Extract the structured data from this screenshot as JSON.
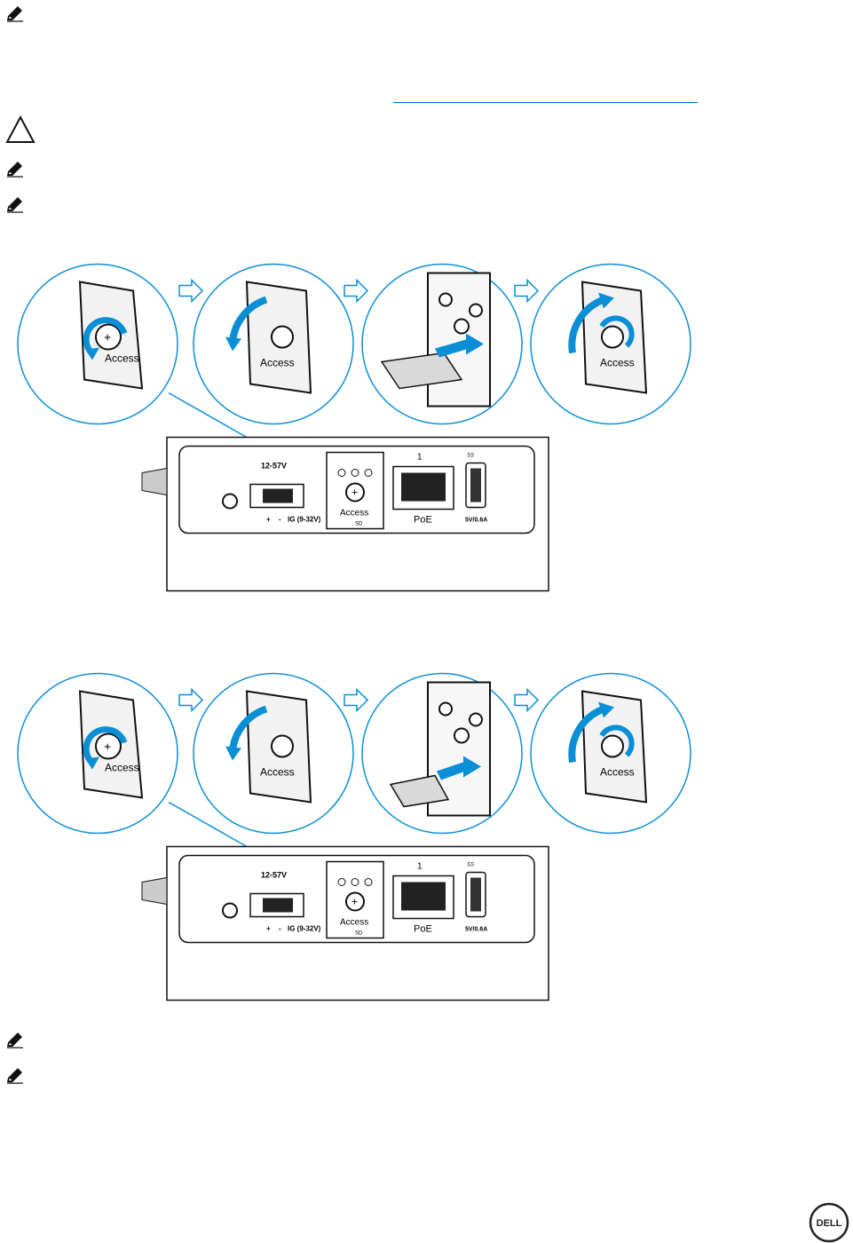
{
  "page": {
    "background": "#ffffff",
    "accent": "#0a8fd6",
    "link_color": "#0066cc"
  },
  "icons": {
    "note": "note-pencil-icon",
    "caution": "caution-triangle-icon",
    "arrow": "step-arrow-icon",
    "logo": "dell-logo"
  },
  "figure_labels": {
    "voltage": "12-57V",
    "ground": "IG (9-32V)",
    "plus": "+",
    "minus": "-",
    "access": "Access",
    "sd": "SD",
    "port_number": "1",
    "poe": "PoE",
    "usb_rating": "5V/0.6A",
    "usb_logo": "SS"
  },
  "logo_text": "DELL"
}
